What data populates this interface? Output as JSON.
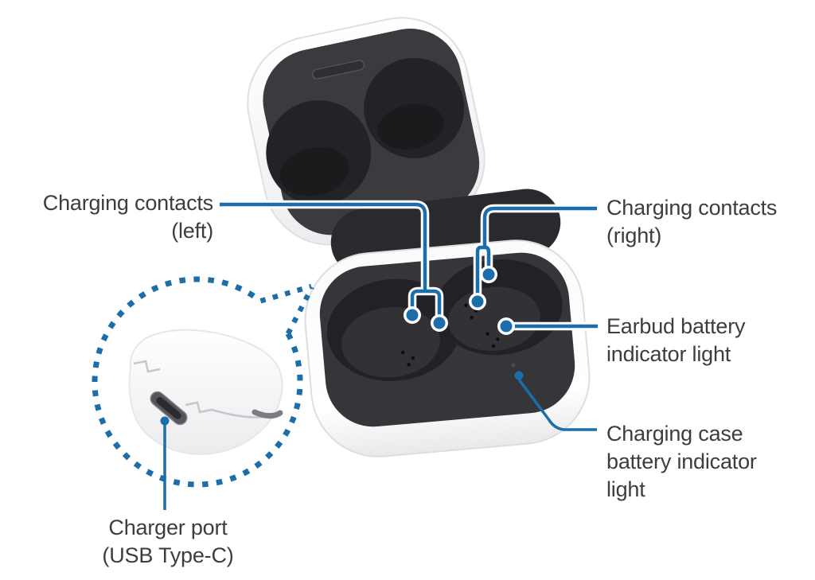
{
  "figure": {
    "labels": {
      "charging_contacts_left": {
        "line1": "Charging contacts",
        "line2": "(left)"
      },
      "charging_contacts_right": {
        "line1": "Charging contacts",
        "line2": "(right)"
      },
      "earbud_battery": {
        "line1": "Earbud battery",
        "line2": "indicator light"
      },
      "case_battery": {
        "line1": "Charging case",
        "line2": "battery indicator",
        "line3": "light"
      },
      "charger_port": {
        "line1": "Charger port",
        "line2": "(USB Type-C)"
      }
    },
    "colors": {
      "callout_blue": "#1b6ea9",
      "label_text": "#3d3d3f",
      "case_interior_dark": "#3a3a3f",
      "case_recess_dark": "#232327",
      "shell_white": "#fcfcfd"
    }
  }
}
